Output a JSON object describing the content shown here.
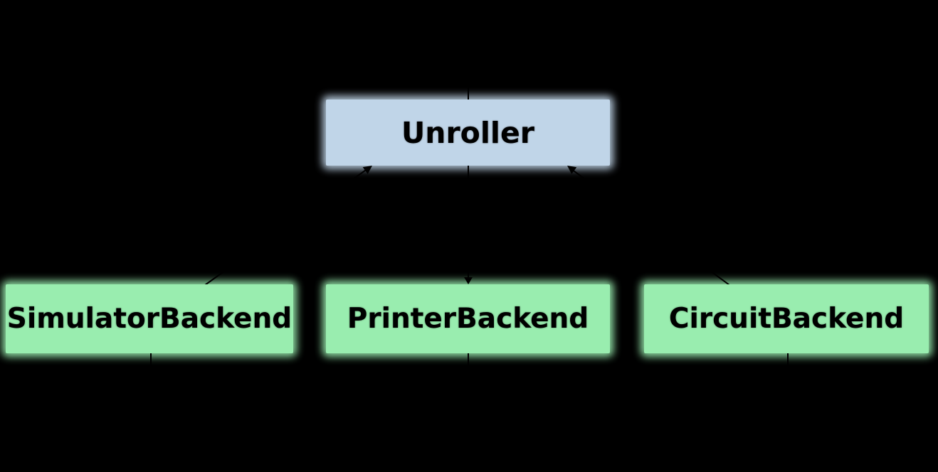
{
  "diagram": {
    "background_color": "#000000",
    "edge_color": "#000000",
    "nodes": {
      "unroller": {
        "label": "Unroller",
        "fill": "#C0D5E8"
      },
      "simulator_backend": {
        "label": "SimulatorBackend",
        "fill": "#99EDAF"
      },
      "printer_backend": {
        "label": "PrinterBackend",
        "fill": "#99EDAF"
      },
      "circuit_backend": {
        "label": "CircuitBackend",
        "fill": "#99EDAF"
      }
    },
    "edges": [
      {
        "from": "simulator_backend",
        "to": "unroller",
        "arrowhead_at": "unroller"
      },
      {
        "from": "unroller",
        "to": "printer_backend",
        "arrowhead_at": "printer_backend"
      },
      {
        "from": "circuit_backend",
        "to": "unroller",
        "arrowhead_at": "unroller"
      },
      {
        "from": "unroller",
        "to": "offscreen-top",
        "arrowhead_at": ""
      },
      {
        "from": "simulator_backend",
        "to": "offscreen-bottom",
        "arrowhead_at": ""
      },
      {
        "from": "printer_backend",
        "to": "offscreen-bottom",
        "arrowhead_at": ""
      },
      {
        "from": "circuit_backend",
        "to": "offscreen-bottom",
        "arrowhead_at": ""
      }
    ]
  }
}
